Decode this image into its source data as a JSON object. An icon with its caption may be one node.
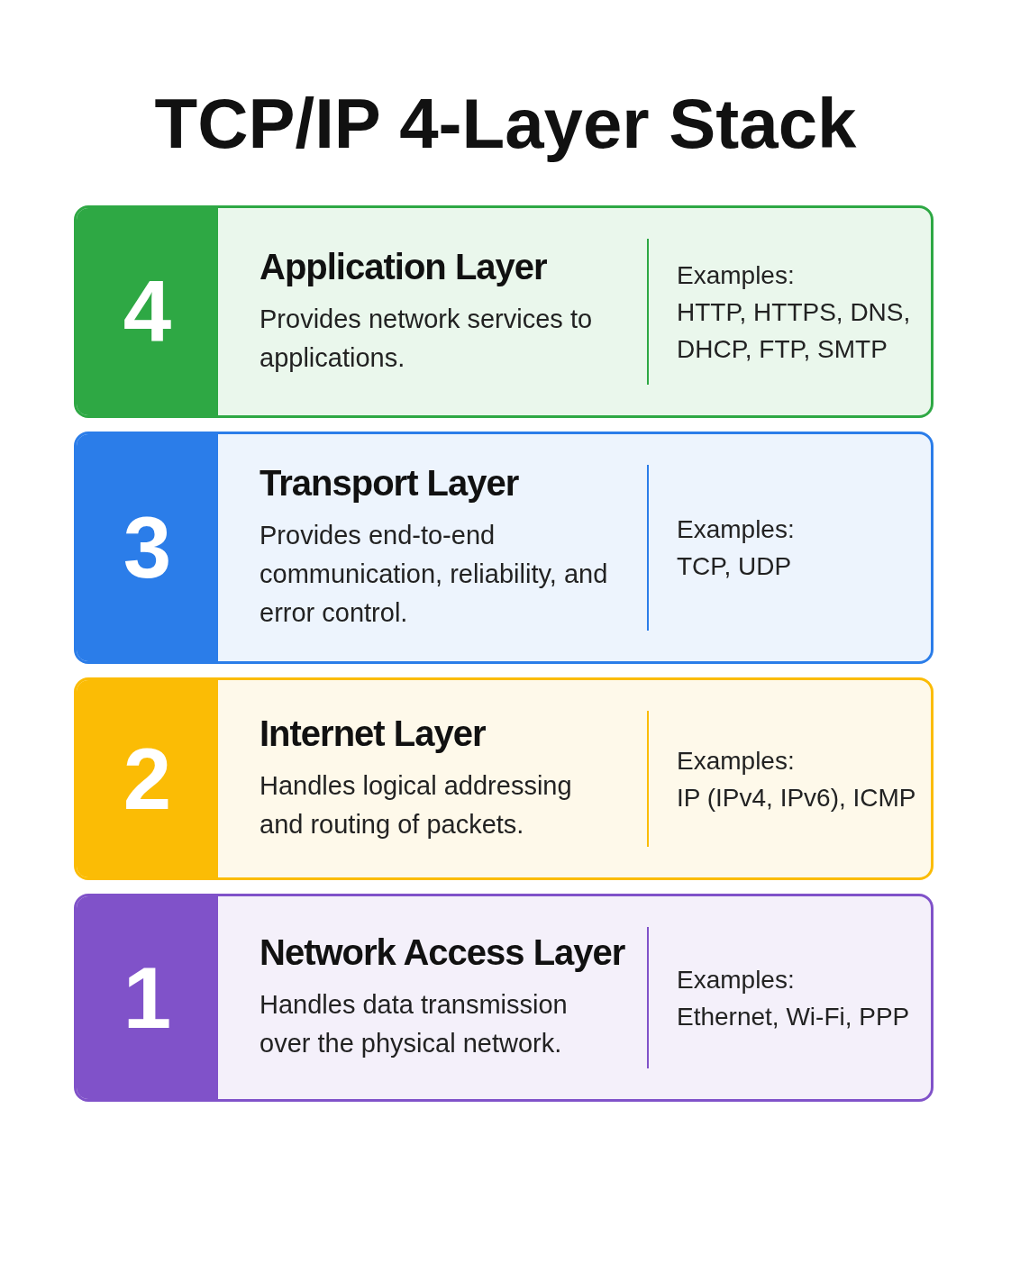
{
  "diagram": {
    "title": "TCP/IP 4-Layer Stack",
    "nodes": [
      {
        "text": [
          "4",
          "Application Layer",
          "Provides network services to applications.",
          "Examples:",
          "HTTP, HTTPS, DNS, DHCP, FTP, SMTP"
        ]
      },
      {
        "text": [
          "3",
          "Transport Layer",
          "Provides end-to-end communication, reliability, and error control.",
          "Examples:",
          "TCP, UDP"
        ]
      },
      {
        "text": [
          "2",
          "Internet Layer",
          "Handles logical addressing and routing of packets.",
          "Examples:",
          "IP (IPv4, IPv6), ICMP"
        ]
      },
      {
        "text": [
          "1",
          "Network Access Layer",
          "Handles data transmission over the physical network.",
          "Examples:",
          "Ethernet, Wi-Fi, PPP"
        ]
      }
    ],
    "edges": []
  }
}
